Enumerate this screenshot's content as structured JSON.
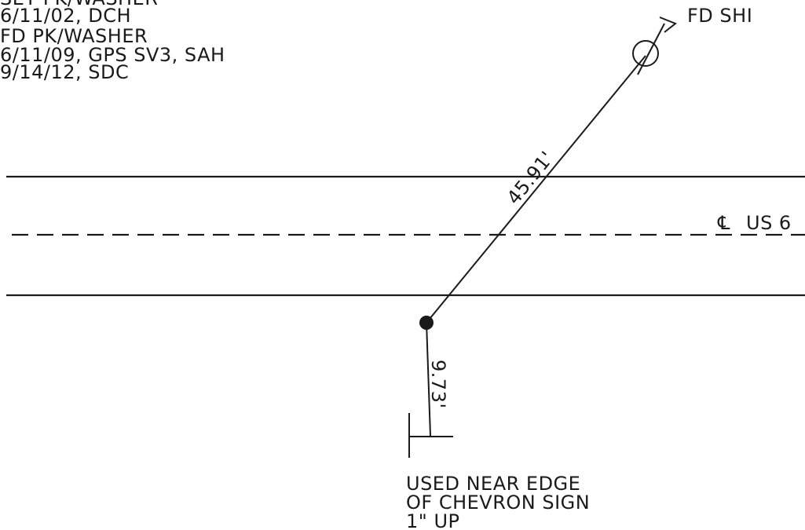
{
  "colors": {
    "ink": "#1a1a1a",
    "background": "#ffffff"
  },
  "notes_top_left": [
    "SET PK/WASHER",
    "6/11/02, DCH",
    "FD PK/WASHER",
    "6/11/09, GPS SV3, SAH",
    "9/14/12, SDC"
  ],
  "monument_label": "FD SHI",
  "road_centerline_label": "US 6",
  "centerline_symbol": "℄",
  "distance_to_monument": "45.91'",
  "distance_to_sign": "9.73'",
  "reference_note": [
    "USED NEAR EDGE",
    "OF CHEVRON SIGN",
    "1\" UP"
  ],
  "icons": {
    "monument": "survey-monument-icon",
    "reference_point": "reference-point-icon",
    "sign": "chevron-sign-icon"
  }
}
